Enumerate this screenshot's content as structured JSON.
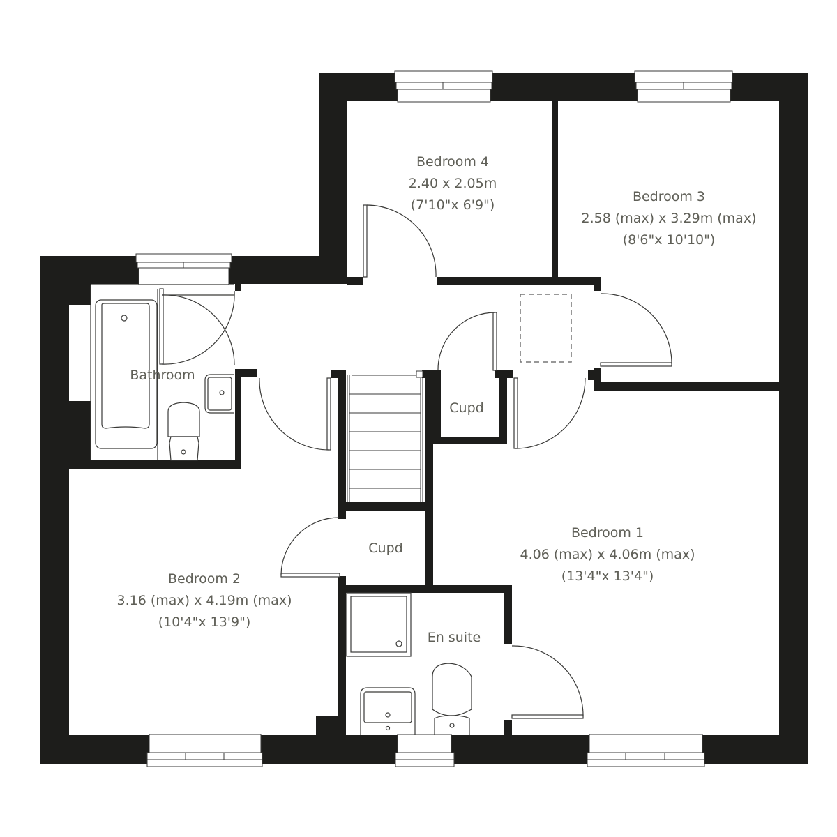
{
  "colors": {
    "wall": "#1d1d1b",
    "fixture_line": "#3a3a38",
    "label": "#5f5f57",
    "background": "#ffffff",
    "loft_hatch_dash": "#777777"
  },
  "rooms": {
    "bedroom4": {
      "name": "Bedroom 4",
      "metric": "2.40 x 2.05m",
      "imperial": "(7'10\"x 6'9\")"
    },
    "bedroom3": {
      "name": "Bedroom 3",
      "metric": "2.58 (max)  x 3.29m (max)",
      "imperial": "(8'6\"x 10'10\")"
    },
    "bedroom1": {
      "name": "Bedroom 1",
      "metric": "4.06 (max) x 4.06m (max)",
      "imperial": "(13'4\"x 13'4\")"
    },
    "bedroom2": {
      "name": "Bedroom 2",
      "metric": "3.16 (max) x 4.19m (max)",
      "imperial": "(10'4\"x 13'9\")"
    },
    "bathroom": {
      "name": "Bathroom"
    },
    "ensuite": {
      "name": "En suite"
    },
    "cupboard_landing": {
      "name": "Cupd"
    },
    "cupboard_bedroom2": {
      "name": "Cupd"
    }
  },
  "fixtures": [
    "bath",
    "bathroom-basin",
    "bathroom-toilet",
    "shower-tray",
    "ensuite-basin",
    "ensuite-toilet",
    "staircase",
    "loft-hatch"
  ],
  "windows": [
    "bedroom4-window",
    "bedroom3-window",
    "bathroom-window",
    "bedroom2-window",
    "ensuite-window",
    "bedroom1-window"
  ]
}
